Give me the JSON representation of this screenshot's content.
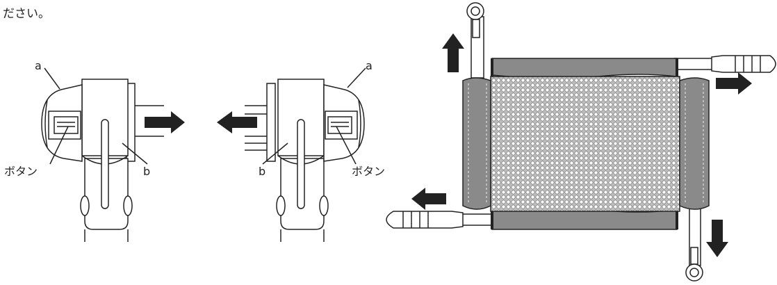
{
  "header": {
    "text": "ださい。"
  },
  "labels": {
    "a": "a",
    "b": "b",
    "button": "ボタン"
  },
  "colors": {
    "line": "#222222",
    "fabric": "#8a8a8a",
    "mesh_bg": "#bdbdbd",
    "metal": "#ffffff"
  }
}
